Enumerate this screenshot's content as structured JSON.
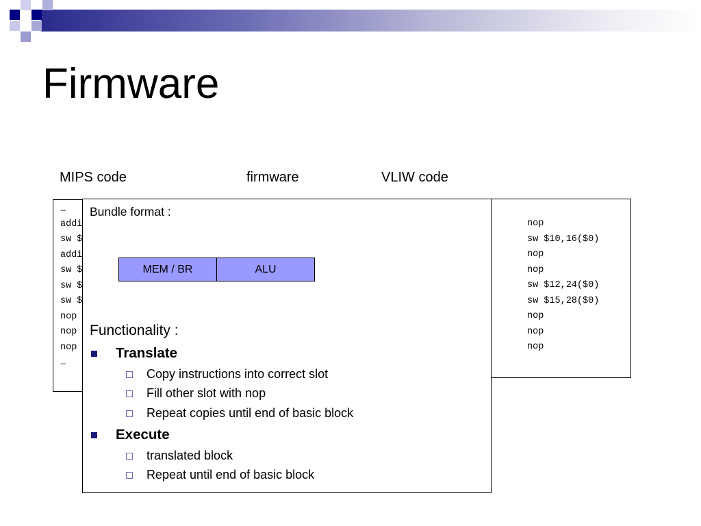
{
  "slide": {
    "title": "Firmware",
    "labels": {
      "mips": "MIPS code",
      "firmware": "firmware",
      "vliw": "VLIW code"
    }
  },
  "mips_code": [
    "…",
    "addi",
    "sw $",
    "addi",
    "sw $",
    "sw $",
    "sw $",
    "nop",
    "nop",
    "nop",
    "…"
  ],
  "vliw_code": [
    "nop",
    "sw $10,16($0)",
    "nop",
    "nop",
    "sw $12,24($0)",
    "sw $15,28($0)",
    "nop",
    "nop",
    "nop"
  ],
  "overlay": {
    "bundle_label": "Bundle format :",
    "bundle_cells": [
      "MEM / BR",
      "ALU"
    ],
    "functionality_label": "Functionality :",
    "sections": [
      {
        "heading": "Translate",
        "items": [
          "Copy instructions into correct slot",
          "Fill other slot with nop",
          "Repeat copies until end of basic block"
        ]
      },
      {
        "heading": "Execute",
        "items": [
          "translated block",
          "Repeat until end of basic block"
        ]
      }
    ]
  },
  "colors": {
    "bundle_fill": "#9999ff",
    "bullet": "#1a1a7a",
    "header_dark": "#000080"
  }
}
